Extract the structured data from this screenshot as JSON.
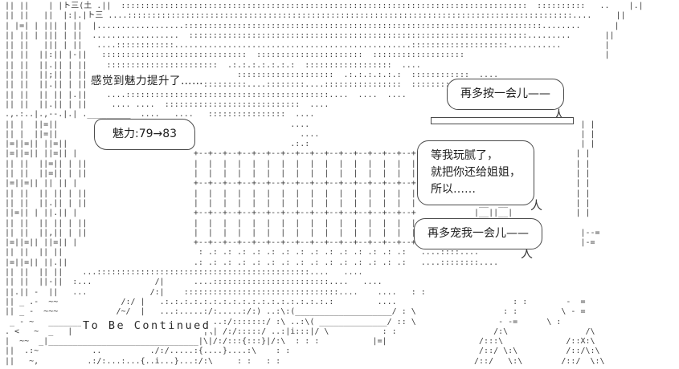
{
  "art": {
    "ink": "#3c3c3c",
    "lines": [
      " || ||    | |ト三(土 .||  ::::::::::::::::::::::::::::::::::::::::::::::::::::::::::::::::::::::::::::::::::::  ::::::::::   ..    |.|",
      " || ||   ||  |:|.|ト三 ....::::::::::::::::::::::::::::::::::::::::::::::::::::::::::::::::::::::::::::::::::::::::::::....     ||",
      " | |=| | ||| | ||  |..................::::::::::::::::::::::::::::::::::::::::::::::::::::::::::::::::::::::::::........       |",
      " || || | ||| | ||  ..................  ::::::::::::::::::::::::::::::::::::::::::::::::::::::::::::::::::::::.........       ||",
      " || ||   ||| | ||   ....::::::::::::.................................................::::::::::::::::::::...........         |",
      " || ||  ||:|| |-||   ::::::::::::::::::::::::::::::  ::::::::::::::::::::::  :::::::::::::::::::                             |",
      " || ||  ||.|| | ||    :::::::::::::::::::::::  .:.:.:.:.:.:.:  ::::::::::::::::::  ....",
      " || ||  ||;|| | ||                               ::::::::::::::::::::  .:.:.:.:.:.:  ::::::::::::  ....",
      " || ||  ||.|| | ||   ::::::::::....::::::::::::::::....::::::::....::::::::::::::::  ::::::::",
      " || ||  || || |.||    ....::::::::::::::::::::::::::::::::::::::::::....  ....  ....",
      " || ||  ||.|| | ||     .... ....  ::::::::::::::::::::::::::::  ....",
      " .,.:..|.,--.|.| ._________  ....   ....   ::::::::::::::::  ....",
      " || |  ||=||                                                ....                                                        | |",
      " || |  ||=||                                                  ....                                                      | |",
      " |=||=|| ||=||                                              .:.:                                                        | |",
      " |=||=|| ||=|| |                        +--+--+--+--+--+--+--+--+--+--+--+--+--+--+--+                                 | |",
      " || ||  ||=|| | ||                      |  |  |  |  |  |  |  |  |  |  |  |  |  |  |  |                                 | |",
      " || ||  ||=|| | ||                      |  |  |  |  |  |  |  |  |  |  |  |  |  |  |  |                                 | |",
      " |=||=|| || || |                        +--+--+--+--+--+--+--+--+--+--+--+--+--+--+--+                                 | |",
      " || ||  || || | ||                      |  |  |  |  |  |  |  |  |  |  |  |  |  |  |  |                                 | |",
      " || ||  ||.|| | ||                      |  |  |  |  |  |  |  |  |  |  |  |  |  |  |  |            .__  __.             | |",
      " ||=|| | ||.|| |                        +--+--+--+--+--+--+--+--+--+--+--+--+--+--+--+            |__||__|             | |",
      " || ||  || || | ||                      |  |  |  |  |  |  |  |  |  |  |  |  |  |  |  |",
      " || ||  ||,|| | ||                      |  |  |  |  |  |  |  |  |  |  |  |  |  |  |  |                                  |--=",
      " |=||=|| ||=|| |                        +--+--+--+--+--+--+--+--+--+--+--+--+--+--+--+                                  |-=",
      " || ||  || ||                            : .: .: .: .: .: .: .: .: .: .: .: .: .: .:   ....::::....",
      " |=||=|| ||.||                          .: .: .: .: .: .: .: .: .: .: .: .: .: .: .:   ....::::::::....",
      " || ||  || ||    ...::::::::::::::::::::::::::::::::::::::::::::....   ....",
      " || ||  ||-||  :...             /|      ....::::::::::::::::::::::::....   ....",
      " ||.|| -  ||   ...             /:|    ::::::::::::::::::::::::::::::::....    ....   : :",
      " || _ .-  ~~             /:/ |   .:.:.:.:.:.:.:.:.:.:.:.:.:.:.:.:.:.:         ....                        : :        -  =",
      " || _ -  ~~~            /~/  |   ...:.....:/:.....:/:) ..:\\:(____________________/ : \\                  : :         \\ - =",
      "  _ - ~   _____________________________     ..:/:::::::/ :\\ ..:\\( ______________/ :: \\                 - -=      \\ :",
      " . <   ~  _   |                           |\\| /:/:::::/ ..:|i:::|/ \\           : :                    /:\\                /\\",
      " |  ~~  _|_______________________________|\\|/:/:::{:::}|/:\\  : : :           |=|                   /:::\\             /::X:\\",
      " ||  .:~           ..          ./:/.....:{....}....:\\    : :                                       /::/ \\:\\          /::/\\:\\",
      " ||   ~,          .:/:...:...{..i...}...:/:\\     : :   : :                                        /::/   \\:\\        /::/  \\:\\"
    ]
  },
  "bubbles": {
    "status": {
      "text": "感觉到魅力提升了……"
    },
    "charm": {
      "text": "魅力:79→83"
    },
    "press": {
      "text": "再多按一会儿——"
    },
    "bored": {
      "line1": "等我玩腻了，",
      "line2": "就把你还给姐姐，",
      "line3": "所以……"
    },
    "spoil": {
      "text": "再多宠我一会儿——"
    },
    "tail_glyph": "人"
  },
  "footer": {
    "text": "To Be Continued"
  }
}
